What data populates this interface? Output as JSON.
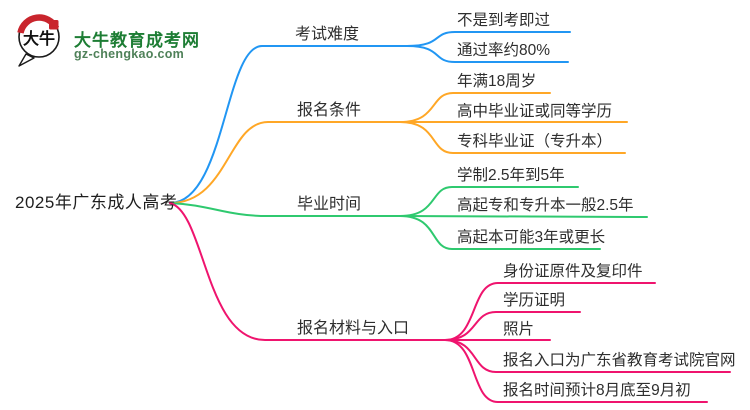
{
  "logo": {
    "title": "大牛教育成考网",
    "url": "gz-chengkao.com",
    "icon_text": "大牛",
    "brand_green": "#1d7d34",
    "seal_red": "#c9252d"
  },
  "root": {
    "label": "2025年广东成人高考"
  },
  "branches": [
    {
      "label": "考试难度",
      "color": "#2196f3",
      "children": [
        "不是到考即过",
        "通过率约80%"
      ]
    },
    {
      "label": "报名条件",
      "color": "#ffa726",
      "children": [
        "年满18周岁",
        "高中毕业证或同等学历",
        "专科毕业证（专升本）"
      ]
    },
    {
      "label": "毕业时间",
      "color": "#2fc96f",
      "children": [
        "学制2.5年到5年",
        "高起专和专升本一般2.5年",
        "高起本可能3年或更长"
      ]
    },
    {
      "label": "报名材料与入口",
      "color": "#ef146e",
      "children": [
        "身份证原件及复印件",
        "学历证明",
        "照片",
        "报名入口为广东省教育考试院官网",
        "报名时间预计8月底至9月初"
      ]
    }
  ]
}
